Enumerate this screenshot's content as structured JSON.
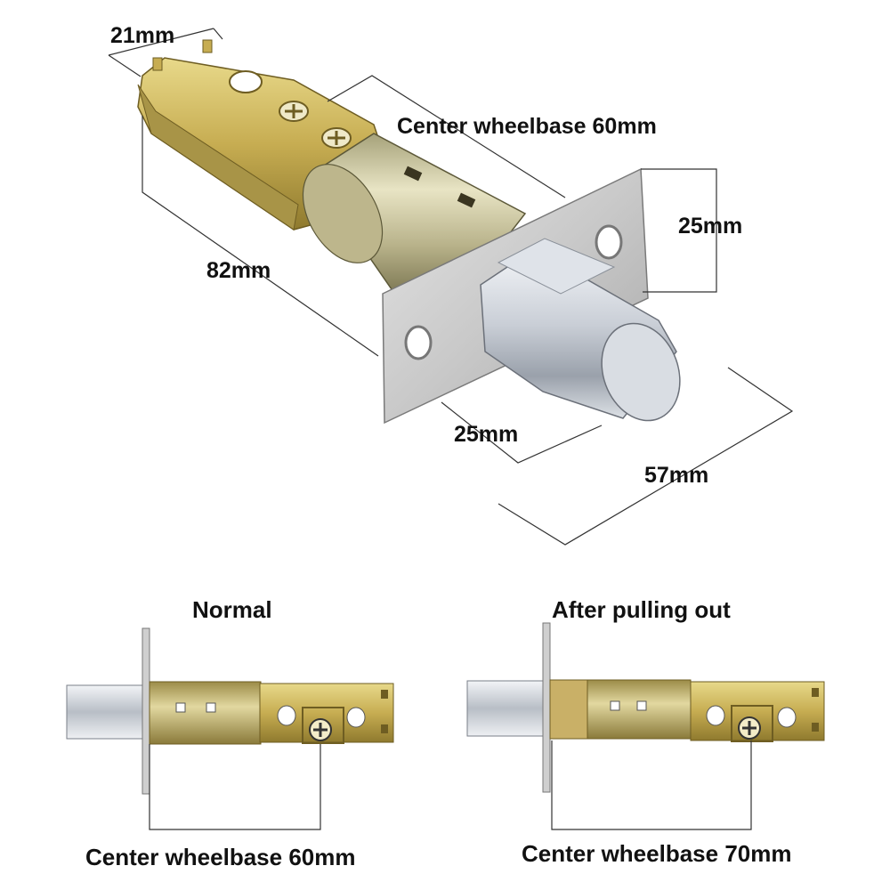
{
  "top": {
    "dim_width": "21mm",
    "dim_center": "Center wheelbase 60mm",
    "dim_length": "82mm",
    "dim_plate_height": "25mm",
    "dim_plate_width": "25mm",
    "dim_bolt_length": "57mm"
  },
  "bottom": {
    "normal": {
      "title": "Normal",
      "caption": "Center wheelbase 60mm"
    },
    "pulled": {
      "title": "After pulling out",
      "caption": "Center wheelbase 70mm"
    }
  },
  "colors": {
    "brass": "#c9b35a",
    "brass_dark": "#8a7428",
    "steel": "#c8c8c8",
    "chrome": "#e6e9ee",
    "line": "#333333"
  }
}
